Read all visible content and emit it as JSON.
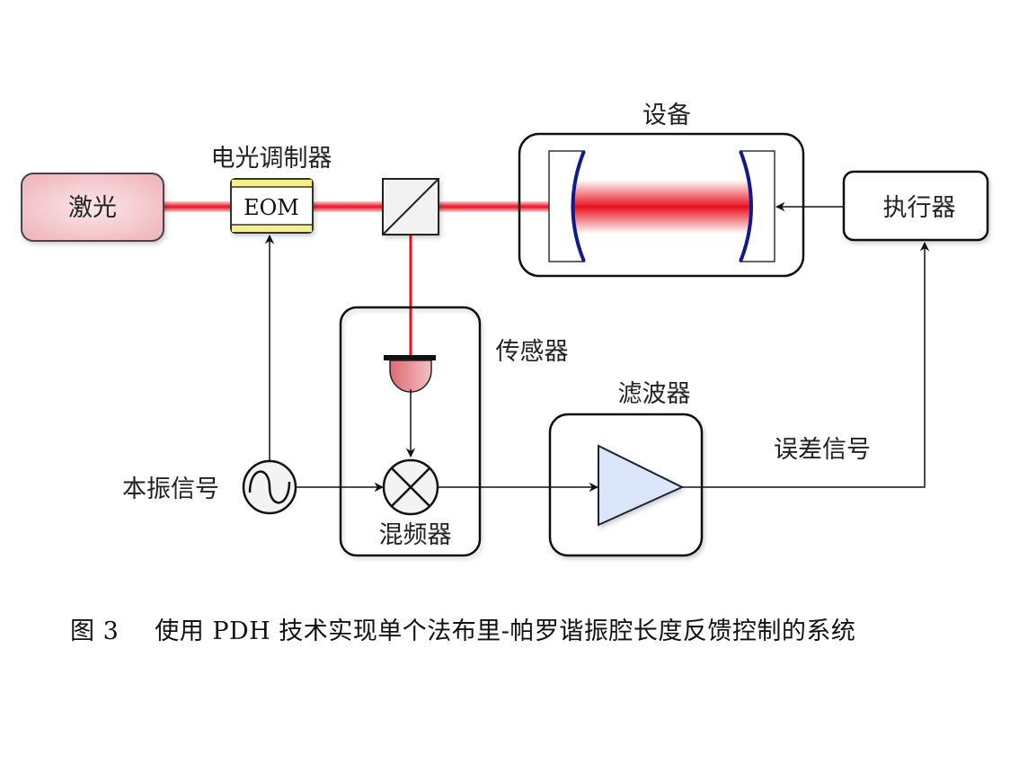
{
  "labels": {
    "laser": "激光",
    "eom": "EOM",
    "eom_title": "电光调制器",
    "device_title": "设备",
    "actuator": "执行器",
    "sensor_title": "传感器",
    "mixer": "混频器",
    "local_oscillator": "本振信号",
    "filter_title": "滤波器",
    "error_signal": "误差信号"
  },
  "caption": {
    "figure_number": "图 3",
    "text": "使用 PDH 技术实现单个法布里-帕罗谐振腔长度反馈控制的系统"
  },
  "colors": {
    "laser_beam": "#e8101f",
    "laser_box": "#f2c4c8",
    "eom_stripe": "#f5f08a",
    "mirror": "#101a8c",
    "amplifier_fill": "#dce6fa",
    "photodiode": "#e07a80",
    "component_fill": "#f3f3f3"
  }
}
